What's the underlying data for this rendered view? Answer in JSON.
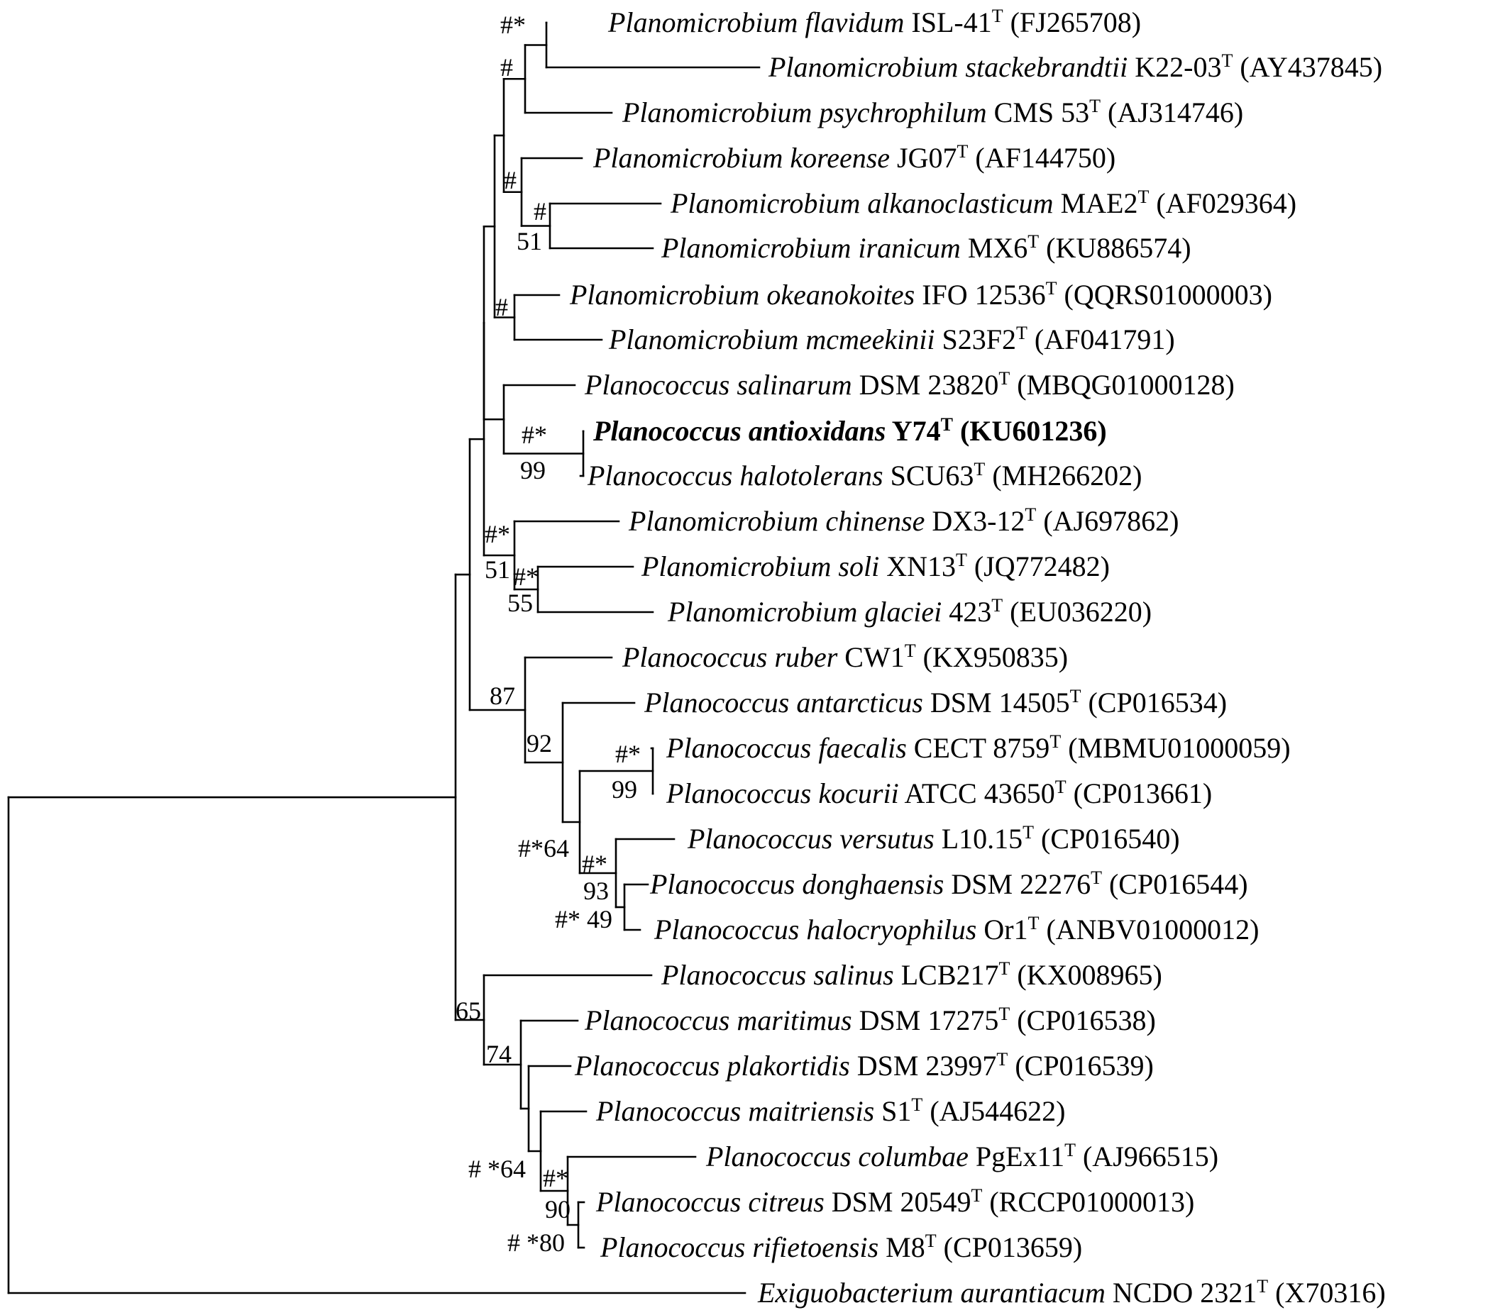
{
  "tree": {
    "taxa": [
      {
        "id": "t1",
        "genus": "Planomicrobium",
        "species": "flavidum",
        "strain": "ISL-41",
        "accession": "(FJ265708)"
      },
      {
        "id": "t2",
        "genus": "Planomicrobium",
        "species": "stackebrandtii",
        "strain": "K22-03",
        "accession": "(AY437845)"
      },
      {
        "id": "t3",
        "genus": "Planomicrobium",
        "species": "psychrophilum",
        "strain": "CMS 53",
        "accession": "(AJ314746)"
      },
      {
        "id": "t4",
        "genus": "Planomicrobium",
        "species": "koreense",
        "strain": "JG07",
        "accession": "(AF144750)"
      },
      {
        "id": "t5",
        "genus": "Planomicrobium",
        "species": "alkanoclasticum",
        "strain": "MAE2",
        "accession": "(AF029364)"
      },
      {
        "id": "t6",
        "genus": "Planomicrobium",
        "species": "iranicum",
        "strain": "MX6",
        "accession": "(KU886574)"
      },
      {
        "id": "t7",
        "genus": "Planomicrobium",
        "species": "okeanokoites",
        "strain": "IFO 12536",
        "accession": "(QQRS01000003)"
      },
      {
        "id": "t8",
        "genus": "Planomicrobium",
        "species": "mcmeekinii",
        "strain": "S23F2",
        "accession": "(AF041791)"
      },
      {
        "id": "t9",
        "genus": "Planococcus",
        "species": "salinarum",
        "strain": "DSM 23820",
        "accession": "(MBQG01000128)"
      },
      {
        "id": "t10",
        "genus": "Planococcus",
        "species": "antioxidans",
        "strain": "Y74",
        "accession": "(KU601236)",
        "bold": true
      },
      {
        "id": "t11",
        "genus": "Planococcus",
        "species": "halotolerans",
        "strain": "SCU63",
        "accession": "(MH266202)"
      },
      {
        "id": "t12",
        "genus": "Planomicrobium",
        "species": "chinense",
        "strain": "DX3-12",
        "accession": "(AJ697862)"
      },
      {
        "id": "t13",
        "genus": "Planomicrobium",
        "species": "soli",
        "strain": "XN13",
        "accession": "(JQ772482)"
      },
      {
        "id": "t14",
        "genus": "Planomicrobium",
        "species": "glaciei",
        "strain": "423",
        "accession": "(EU036220)"
      },
      {
        "id": "t15",
        "genus": "Planococcus",
        "species": "ruber",
        "strain": "CW1",
        "accession": "(KX950835)"
      },
      {
        "id": "t16",
        "genus": "Planococcus",
        "species": "antarcticus",
        "strain": "DSM 14505",
        "accession": "(CP016534)"
      },
      {
        "id": "t17",
        "genus": "Planococcus",
        "species": "faecalis",
        "strain": "CECT 8759",
        "accession": "(MBMU01000059)"
      },
      {
        "id": "t18",
        "genus": "Planococcus",
        "species": "kocurii",
        "strain": "ATCC 43650",
        "accession": "(CP013661)"
      },
      {
        "id": "t19",
        "genus": "Planococcus",
        "species": "versutus",
        "strain": "L10.15",
        "accession": "(CP016540)"
      },
      {
        "id": "t20",
        "genus": "Planococcus",
        "species": "donghaensis",
        "strain": "DSM 22276",
        "accession": "(CP016544)"
      },
      {
        "id": "t21",
        "genus": "Planococcus",
        "species": "halocryophilus",
        "strain": "Or1",
        "accession": "(ANBV01000012)"
      },
      {
        "id": "t22",
        "genus": "Planococcus",
        "species": "salinus",
        "strain": "LCB217",
        "accession": "(KX008965)"
      },
      {
        "id": "t23",
        "genus": "Planococcus",
        "species": "maritimus",
        "strain": "DSM 17275",
        "accession": "(CP016538)"
      },
      {
        "id": "t24",
        "genus": "Planococcus",
        "species": "plakortidis",
        "strain": "DSM 23997",
        "accession": "(CP016539)"
      },
      {
        "id": "t25",
        "genus": "Planococcus",
        "species": "maitriensis",
        "strain": "S1",
        "accession": "(AJ544622)"
      },
      {
        "id": "t26",
        "genus": "Planococcus",
        "species": "columbae",
        "strain": "PgEx11",
        "accession": "(AJ966515)"
      },
      {
        "id": "t27",
        "genus": "Planococcus",
        "species": "citreus",
        "strain": "DSM 20549",
        "accession": "(RCCP01000013)"
      },
      {
        "id": "t28",
        "genus": "Planococcus",
        "species": "rifietoensis",
        "strain": "M8",
        "accession": "(CP013659)"
      },
      {
        "id": "t29",
        "genus": "Exiguobacterium",
        "species": "aurantiacum",
        "strain": "NCDO 2321",
        "accession": "(X70316)"
      }
    ],
    "type_strain_mark": "T",
    "support_labels": [
      {
        "node": "n_flav_stack",
        "text": "#*"
      },
      {
        "node": "n_flav_psy",
        "text": "#"
      },
      {
        "node": "n_kor_grp",
        "text": "#"
      },
      {
        "node": "n_alk_ira",
        "text": "#"
      },
      {
        "node": "n_alk_ira",
        "text": "51"
      },
      {
        "node": "n_oke_mcm",
        "text": "#"
      },
      {
        "node": "n_anti_halo",
        "text": "#*"
      },
      {
        "node": "n_anti_halo",
        "text": "99"
      },
      {
        "node": "n_chin_grp",
        "text": "#*"
      },
      {
        "node": "n_chin_grp",
        "text": "51"
      },
      {
        "node": "n_soli_glac",
        "text": "#*"
      },
      {
        "node": "n_soli_glac",
        "text": "55"
      },
      {
        "node": "n_ruber_grp",
        "text": "87"
      },
      {
        "node": "n_antarc_grp",
        "text": "92"
      },
      {
        "node": "n_faec_koc",
        "text": "#*"
      },
      {
        "node": "n_faec_koc",
        "text": "99"
      },
      {
        "node": "n_fk_vers",
        "text": "#*64"
      },
      {
        "node": "n_vers_grp",
        "text": "#*"
      },
      {
        "node": "n_vers_grp",
        "text": "93"
      },
      {
        "node": "n_dong_halo",
        "text": "#* 49"
      },
      {
        "node": "n_salinus_grp",
        "text": "65"
      },
      {
        "node": "n_marit_grp",
        "text": "74"
      },
      {
        "node": "n_maitr_grp",
        "text": "# *64"
      },
      {
        "node": "n_colum_grp",
        "text": "#*"
      },
      {
        "node": "n_colum_grp",
        "text": "90"
      },
      {
        "node": "n_cit_rif",
        "text": "# *80"
      }
    ]
  }
}
